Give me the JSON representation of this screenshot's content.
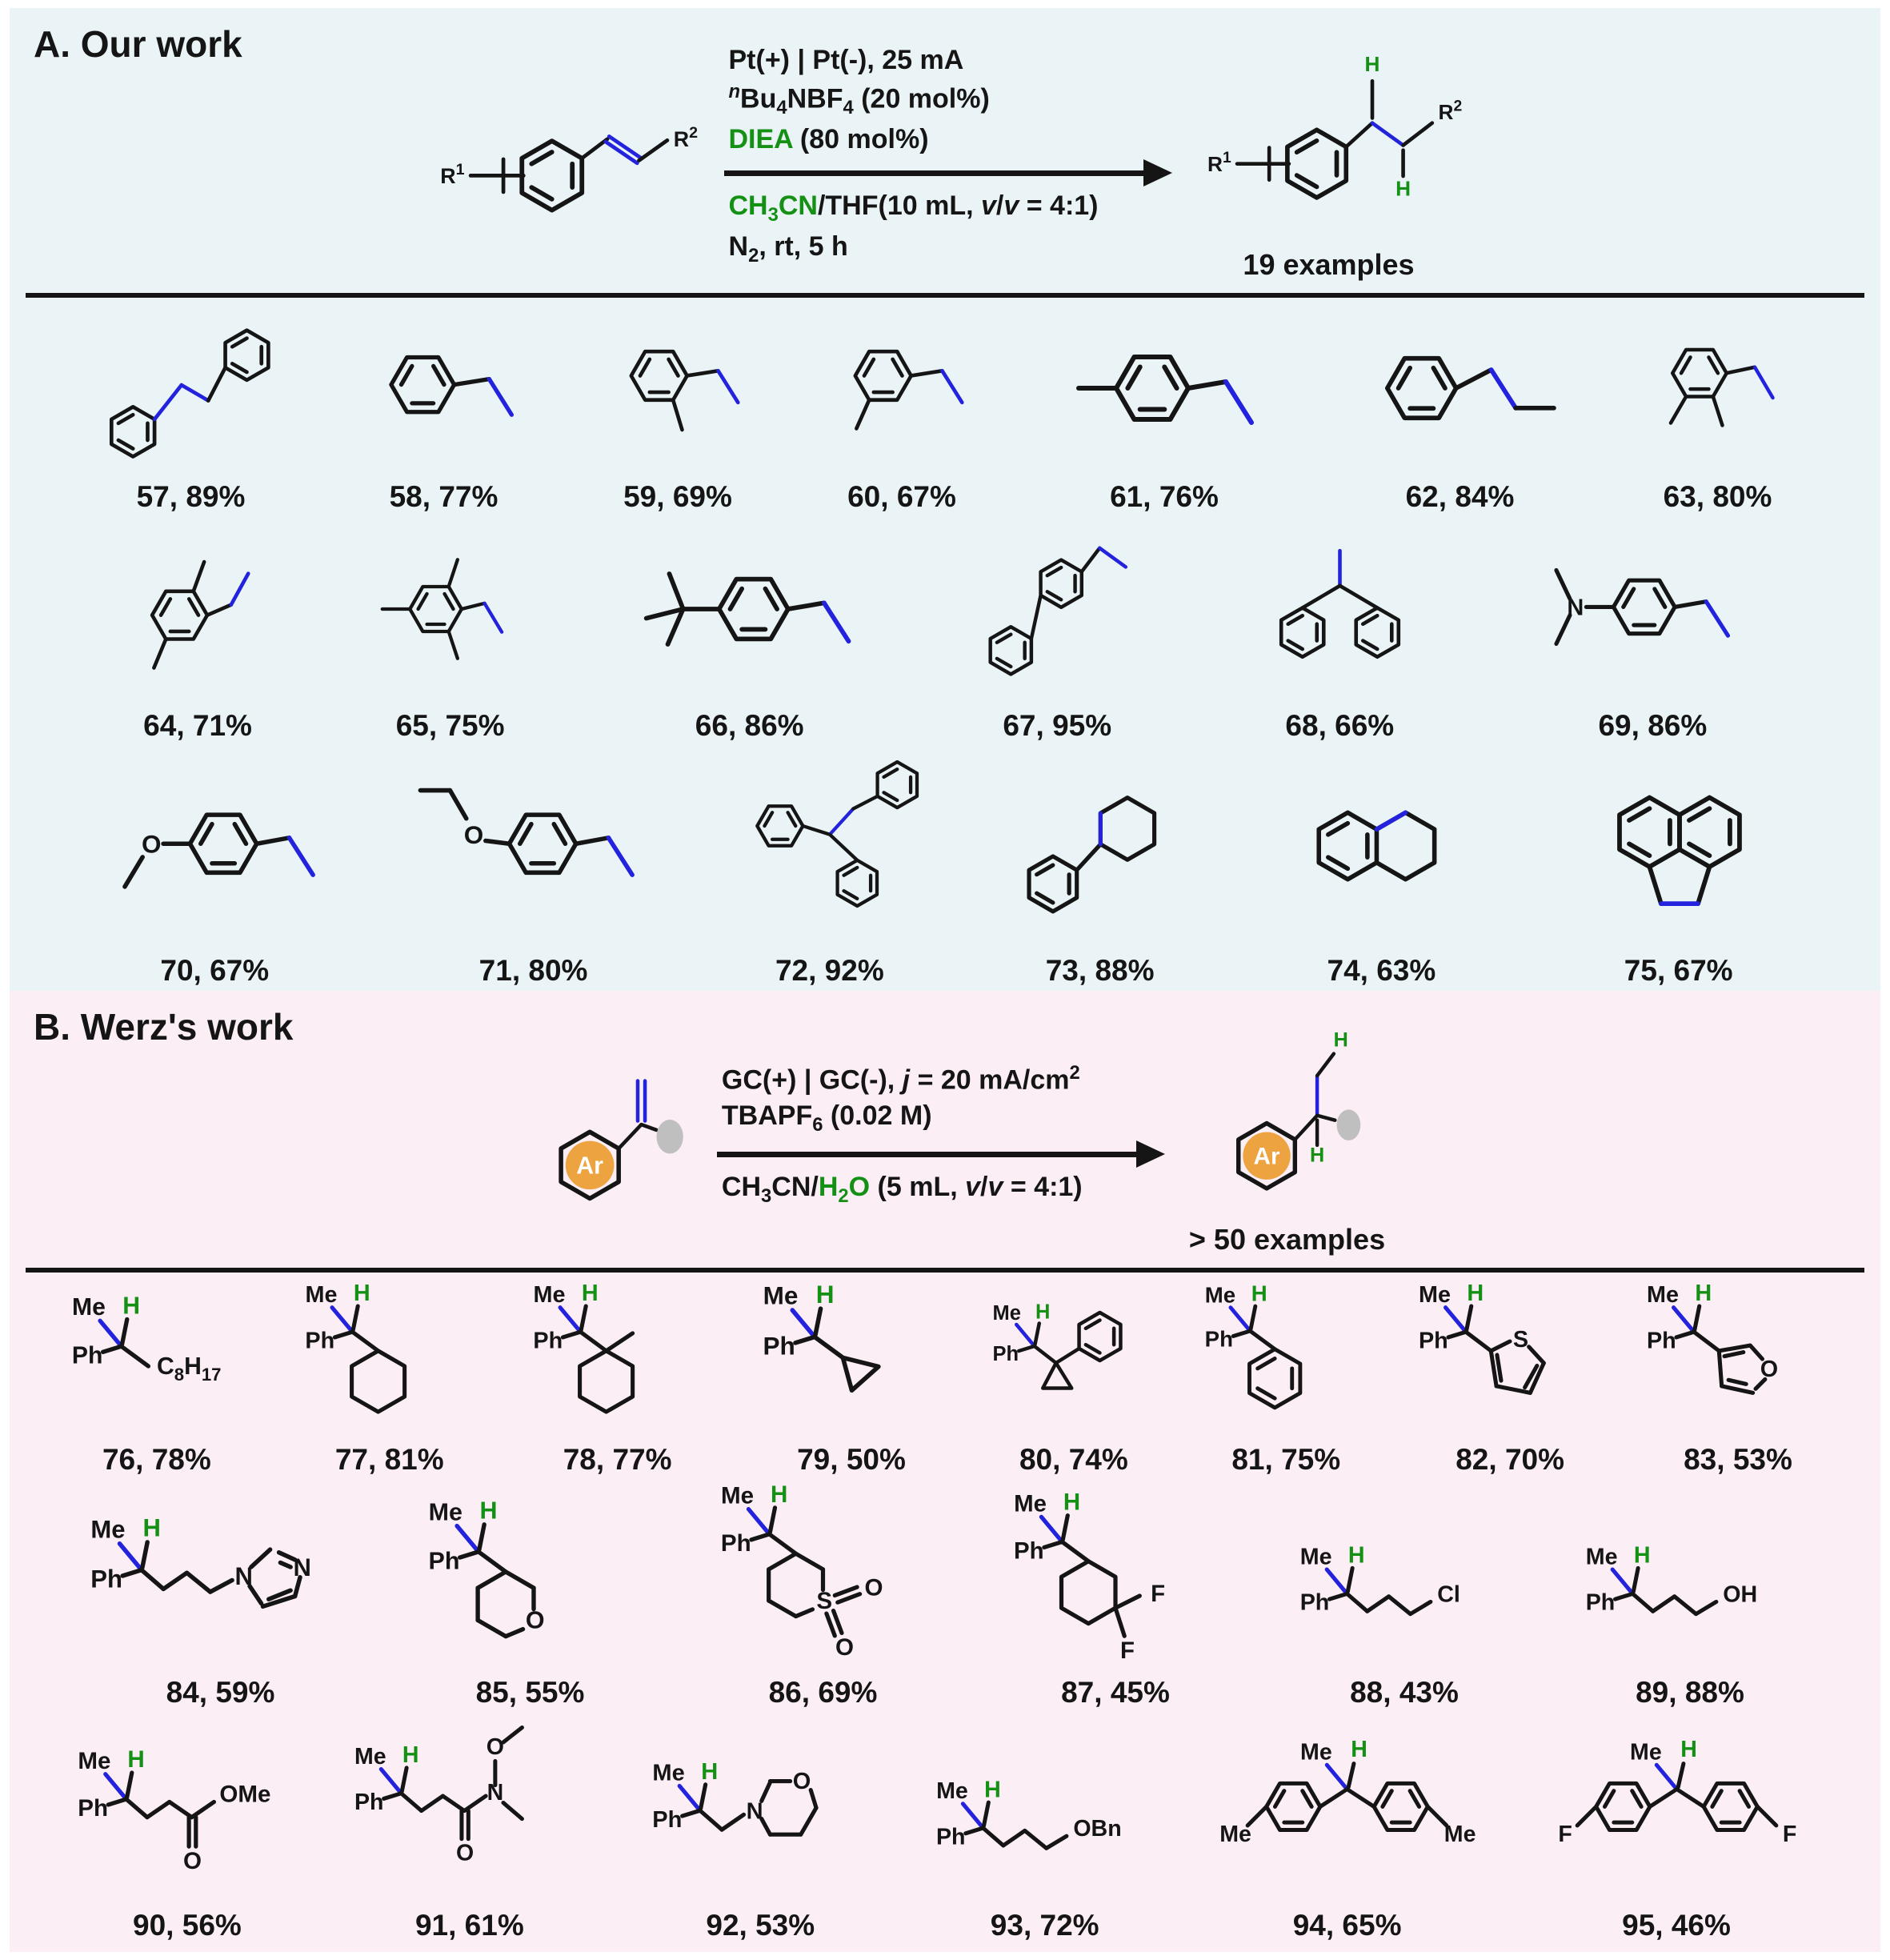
{
  "atom_labels": {
    "me": "Me",
    "h": "H",
    "ph": "Ph",
    "n": "N",
    "o": "O",
    "s": "S",
    "f": "F",
    "cl": "Cl",
    "oh": "OH",
    "ome": "OMe",
    "obn": "OBn",
    "ar": "Ar",
    "c": "C",
    "eight": "8",
    "seventeen": "17"
  },
  "r_labels": {
    "r": "R",
    "one": "1",
    "two": "2"
  },
  "colors": {
    "accent_blue": "#2323dd",
    "accent_green": "#149114",
    "ar_orange": "#eda33f",
    "panel_a_bg": "#eaf4f7",
    "panel_b_bg": "#fceef5"
  },
  "sections": [
    {
      "id": "A",
      "title": "A. Our work",
      "examples": "19 examples",
      "conditions_above": [
        [
          {
            "t": "Pt(+) | Pt(-), 25 mA"
          }
        ],
        [
          {
            "t": "n",
            "sup": true,
            "i": true
          },
          {
            "t": "Bu"
          },
          {
            "t": "4",
            "sub": true
          },
          {
            "t": "NBF"
          },
          {
            "t": "4",
            "sub": true
          },
          {
            "t": " (20 mol%)"
          }
        ],
        [
          {
            "t": "DIEA",
            "c": "green"
          },
          {
            "t": " (80 mol%)"
          }
        ]
      ],
      "conditions_below": [
        [
          {
            "t": "CH",
            "c": "green"
          },
          {
            "t": "3",
            "sub": true,
            "c": "green"
          },
          {
            "t": "CN",
            "c": "green"
          },
          {
            "t": "/THF(10 mL, "
          },
          {
            "t": "v",
            "i": true
          },
          {
            "t": "/"
          },
          {
            "t": "v",
            "i": true
          },
          {
            "t": " = 4:1)"
          }
        ],
        [
          {
            "t": "N"
          },
          {
            "t": "2",
            "sub": true
          },
          {
            "t": ", rt, 5 h"
          }
        ]
      ],
      "compounds": [
        {
          "label": "57, 89%",
          "structure": "1,2-diphenylethane"
        },
        {
          "label": "58, 77%",
          "structure": "ethylbenzene"
        },
        {
          "label": "59, 69%",
          "structure": "1-ethyl-2-methylbenzene"
        },
        {
          "label": "60, 67%",
          "structure": "1-ethyl-3-methylbenzene"
        },
        {
          "label": "61, 76%",
          "structure": "1-ethyl-4-methylbenzene"
        },
        {
          "label": "62, 84%",
          "structure": "propylbenzene"
        },
        {
          "label": "63, 80%",
          "structure": "1-ethyl-2,3-dimethylbenzene"
        },
        {
          "label": "64, 71%",
          "structure": "2-ethyl-1,4-dimethylbenzene"
        },
        {
          "label": "65, 75%",
          "structure": "2-ethyl-1,3,5-trimethylbenzene"
        },
        {
          "label": "66, 86%",
          "structure": "1-tert-butyl-4-ethylbenzene"
        },
        {
          "label": "67, 95%",
          "structure": "4-ethylbiphenyl"
        },
        {
          "label": "68, 66%",
          "structure": "1,1-diphenylethane"
        },
        {
          "label": "69, 86%",
          "structure": "4-ethyl-N,N-dimethylaniline"
        },
        {
          "label": "70, 67%",
          "structure": "1-ethyl-4-methoxybenzene"
        },
        {
          "label": "71, 80%",
          "structure": "1-ethoxy-4-ethylbenzene"
        },
        {
          "label": "72, 92%",
          "structure": "1,1,2-triphenylethane"
        },
        {
          "label": "73, 88%",
          "structure": "phenylcyclohexane"
        },
        {
          "label": "74, 63%",
          "structure": "1,2,3,4-tetrahydronaphthalene"
        },
        {
          "label": "75, 67%",
          "structure": "acenaphthene"
        }
      ]
    },
    {
      "id": "B",
      "title": "B. Werz's work",
      "examples": "> 50 examples",
      "conditions_above": [
        [
          {
            "t": "GC(+) | GC(-), "
          },
          {
            "t": "j",
            "i": true
          },
          {
            "t": " = 20 mA/cm"
          },
          {
            "t": "2",
            "sup": true
          }
        ],
        [
          {
            "t": "TBAPF"
          },
          {
            "t": "6",
            "sub": true
          },
          {
            "t": " (0.02 M)"
          }
        ]
      ],
      "conditions_below": [
        [
          {
            "t": "CH"
          },
          {
            "t": "3",
            "sub": true
          },
          {
            "t": "CN/"
          },
          {
            "t": "H",
            "c": "green"
          },
          {
            "t": "2",
            "sub": true,
            "c": "green"
          },
          {
            "t": "O",
            "c": "green"
          },
          {
            "t": " (5 mL, "
          },
          {
            "t": "v",
            "i": true
          },
          {
            "t": "/"
          },
          {
            "t": "v",
            "i": true
          },
          {
            "t": " = 4:1)"
          }
        ]
      ],
      "compounds": [
        {
          "label": "76, 78%",
          "structure": "2-phenyldecane"
        },
        {
          "label": "77, 81%",
          "structure": "(1-cyclohexylethyl)benzene"
        },
        {
          "label": "78, 77%",
          "structure": "(1-(1-methylcyclohexyl)ethyl)benzene"
        },
        {
          "label": "79, 50%",
          "structure": "(1-cyclopropylethyl)benzene"
        },
        {
          "label": "80, 74%",
          "structure": "(1-(1-phenylcyclopropyl)ethyl)benzene"
        },
        {
          "label": "81, 75%",
          "structure": "1,1-diphenylethane"
        },
        {
          "label": "82, 70%",
          "structure": "2-(1-phenylethyl)thiophene"
        },
        {
          "label": "83, 53%",
          "structure": "3-(1-phenylethyl)furan"
        },
        {
          "label": "84, 59%",
          "structure": "1-(4-phenylpentyl)imidazole"
        },
        {
          "label": "85, 55%",
          "structure": "4-(1-phenylethyl)tetrahydropyran"
        },
        {
          "label": "86, 69%",
          "structure": "4-(1-phenylethyl)thiane-1,1-dioxide"
        },
        {
          "label": "87, 45%",
          "structure": "1,1-difluoro-4-(1-phenylethyl)cyclohexane"
        },
        {
          "label": "88, 43%",
          "structure": "(5-chloropentan-2-yl)benzene"
        },
        {
          "label": "89, 88%",
          "structure": "4-phenylpentan-1-ol"
        },
        {
          "label": "90, 56%",
          "structure": "methyl 4-phenylpentanoate"
        },
        {
          "label": "91, 61%",
          "structure": "N-methoxy-N-methyl-4-phenylpentanamide"
        },
        {
          "label": "92, 53%",
          "structure": "4-(2-phenylpropyl)morpholine"
        },
        {
          "label": "93, 72%",
          "structure": "benzyl 4-phenylpentyl ether"
        },
        {
          "label": "94, 65%",
          "structure": "1,1-di(p-tolyl)ethane"
        },
        {
          "label": "95, 46%",
          "structure": "1,1-bis(4-fluorophenyl)ethane"
        }
      ]
    }
  ]
}
